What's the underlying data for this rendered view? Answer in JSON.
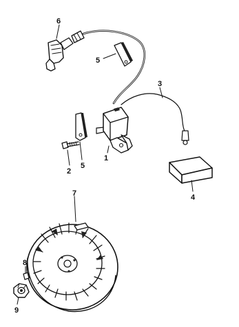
{
  "callouts": [
    {
      "id": "part-1",
      "label": "1"
    },
    {
      "id": "part-2",
      "label": "2"
    },
    {
      "id": "part-3",
      "label": "3"
    },
    {
      "id": "part-4",
      "label": "4"
    },
    {
      "id": "part-5a",
      "label": "5"
    },
    {
      "id": "part-5b",
      "label": "5"
    },
    {
      "id": "part-6",
      "label": "6"
    },
    {
      "id": "part-7",
      "label": "7"
    },
    {
      "id": "part-8",
      "label": "8"
    },
    {
      "id": "part-9",
      "label": "9"
    }
  ],
  "colors": {
    "ink": "#111111",
    "paper": "#ffffff"
  }
}
